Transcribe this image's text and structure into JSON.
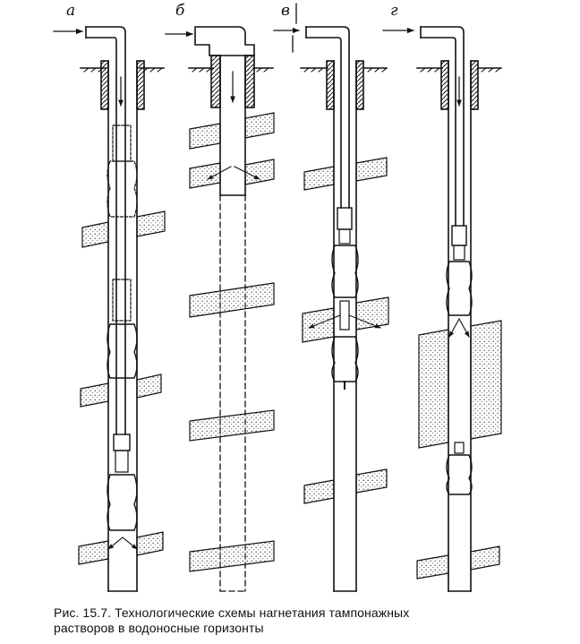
{
  "figure": {
    "schemes": [
      {
        "key": "a",
        "label": "а"
      },
      {
        "key": "b",
        "label": "б"
      },
      {
        "key": "v",
        "label": "в"
      },
      {
        "key": "g",
        "label": "г"
      }
    ],
    "caption_line1": "Рис. 15.7. Технологические схемы нагнетания тампонажных",
    "caption_line2": "растворов в водоносные горизонты"
  },
  "colors": {
    "ink": "#111111",
    "stipple": "#555555",
    "background": "#ffffff"
  }
}
